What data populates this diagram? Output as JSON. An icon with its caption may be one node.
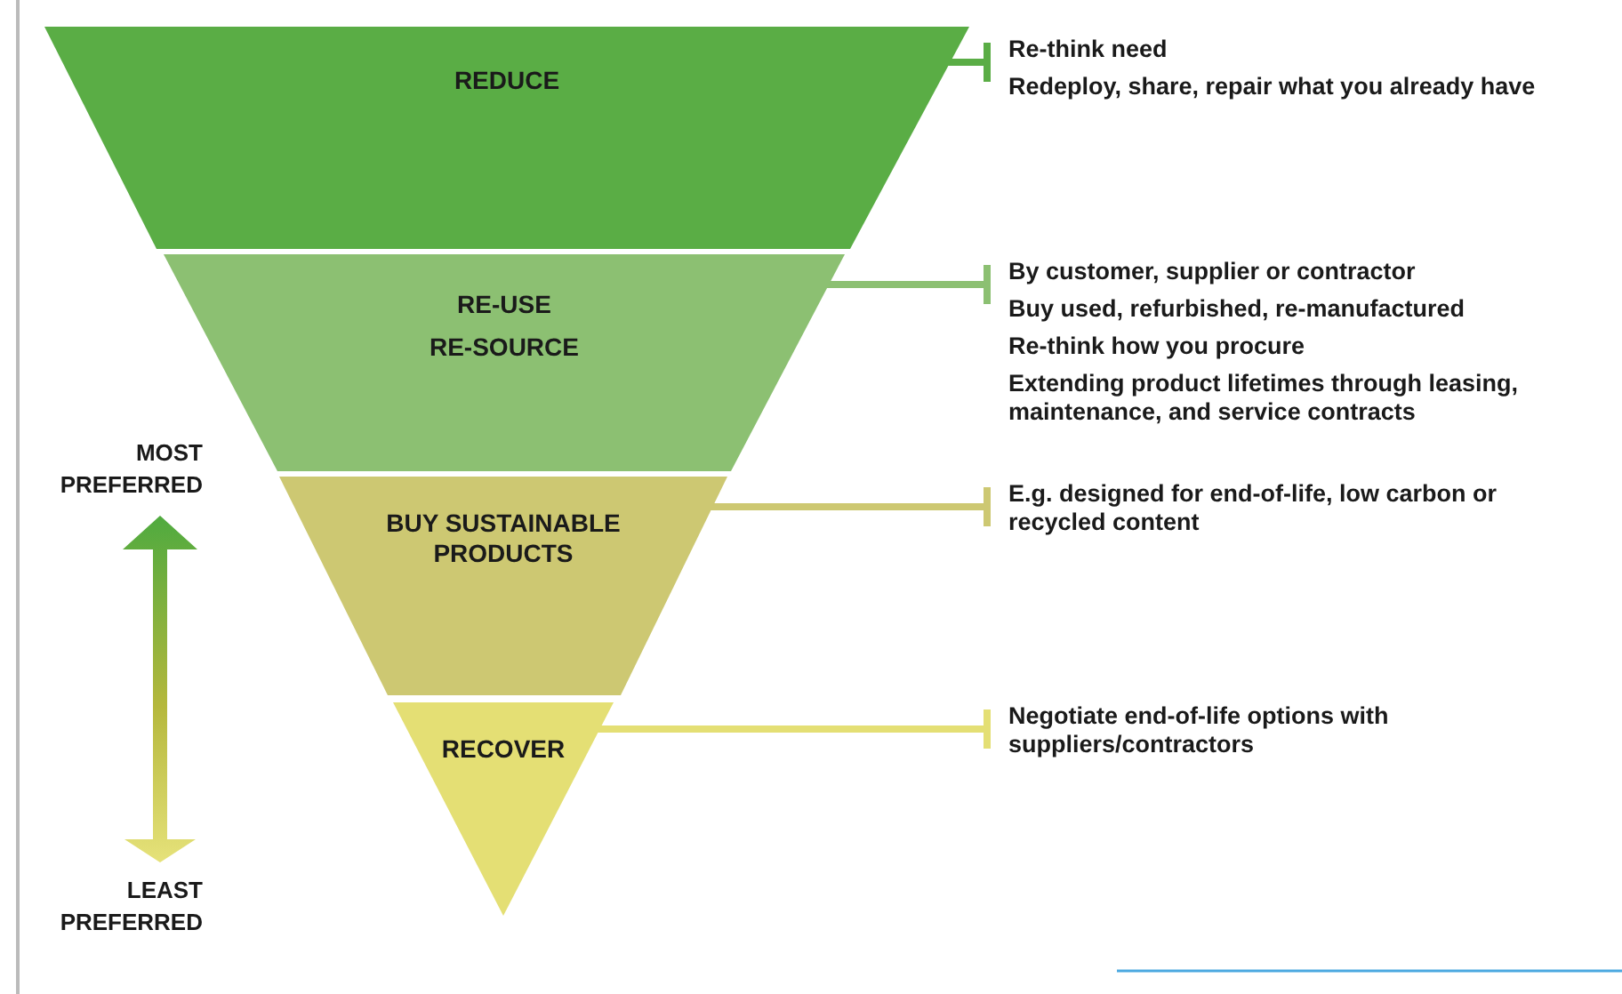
{
  "diagram": {
    "nodes": [
      {
        "text": [
          "REDUCE"
        ]
      },
      {
        "text": [
          "RE-USE",
          "RE-SOURCE"
        ]
      },
      {
        "text": [
          "BUY SUSTAINABLE PRODUCTS"
        ]
      },
      {
        "text": [
          "RECOVER"
        ]
      },
      {
        "text": [
          "Re-think need",
          "Redeploy, share, repair what you already have"
        ]
      },
      {
        "text": [
          "By customer, supplier or contractor",
          "Buy used, refurbished, re-manufactured",
          "Re-think how you procure",
          "Extending product lifetimes through leasing, maintenance, and service contracts"
        ]
      },
      {
        "text": [
          "E.g. designed for end-of-life, low carbon or recycled content"
        ]
      },
      {
        "text": [
          "Negotiate end-of-life options with suppliers/contractors"
        ]
      }
    ],
    "edges": [
      {
        "from": 0,
        "to": 4,
        "arrow": "other",
        "color": "#5aad45"
      },
      {
        "from": 1,
        "to": 5,
        "arrow": "other",
        "color": "#8cc072"
      },
      {
        "from": 2,
        "to": 6,
        "arrow": "other",
        "color": "#cdc872"
      },
      {
        "from": 3,
        "to": 7,
        "arrow": "other",
        "color": "#e4df74"
      }
    ],
    "labels": [
      "MOST PREFERRED",
      "LEAST PREFERRED"
    ]
  }
}
